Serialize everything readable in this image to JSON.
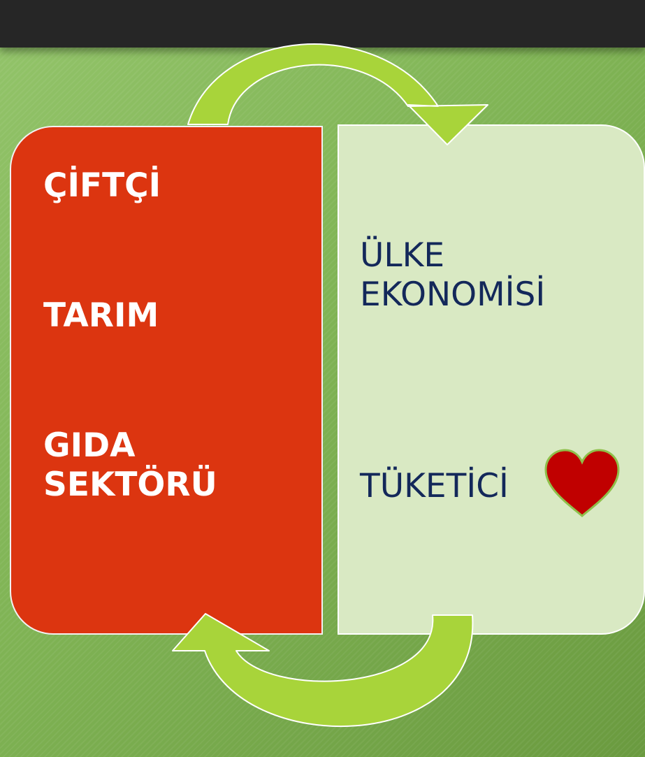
{
  "left_panel": {
    "items": [
      "ÇİFTÇİ",
      "TARIM",
      "GIDA",
      "SEKTÖRÜ"
    ]
  },
  "right_panel": {
    "items": [
      "ÜLKE",
      "EKONOMİSİ",
      "TÜKETİCİ"
    ]
  },
  "icons": {
    "cycle_arrow_top": "curved-arrow-right",
    "cycle_arrow_bottom": "curved-arrow-left",
    "heart": "heart-icon"
  },
  "colors": {
    "left_panel": "#dc3510",
    "right_panel": "#d9e9c3",
    "arrow": "#a8d43a",
    "heart": "#c00000",
    "right_text": "#13285a",
    "background": "#80b455",
    "top_band": "#262626"
  }
}
